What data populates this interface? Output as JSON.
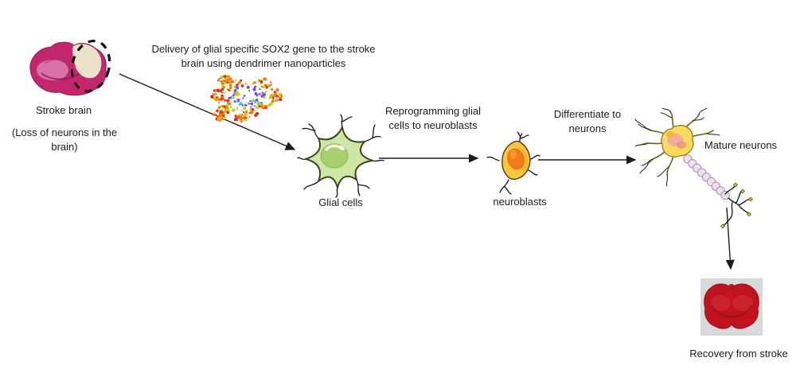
{
  "captions": {
    "delivery": {
      "lines": [
        "Delivery of glial specific SOX2 gene to the stroke",
        "brain using dendrimer nanoparticles"
      ]
    },
    "reprogramming": {
      "lines": [
        "Reprogramming glial",
        "cells to neuroblasts"
      ]
    },
    "differentiate": {
      "lines": [
        "Differentiate to",
        "neurons"
      ]
    }
  },
  "labels": {
    "stroke_brain": "Stroke brain",
    "stroke_brain_sub": {
      "lines": [
        "(Loss of neurons in the",
        "brain)"
      ]
    },
    "glial_cells": "Glial cells",
    "neuroblasts": "neuroblasts",
    "mature_neurons": "Mature neurons",
    "recovery": "Recovery from stroke"
  },
  "colors": {
    "text": "#1c1c1c",
    "arrow": "#1c1c1c",
    "stroke_brain_tissue": "#c2266c",
    "stroke_brain_inner": "#de8fb8",
    "stroke_infarct": "#ece1c9",
    "glial_body": "#cfe7a6",
    "glial_nucleus": "#a8d06e",
    "neuroblast_body": "#fbc53e",
    "neuroblast_nucleus": "#f07d17",
    "neuron_soma": "#f9d95e",
    "neuron_nucleus": "#efa9a2",
    "myelin": "#eedff0",
    "recovered_brain": "#c1121f",
    "photo_bg": "#d9d9d9",
    "dendrimer_palette": [
      "#e02a12",
      "#f07c10",
      "#c2d018",
      "#8a4fd8",
      "#35c8d8",
      "#5a52e0"
    ]
  }
}
